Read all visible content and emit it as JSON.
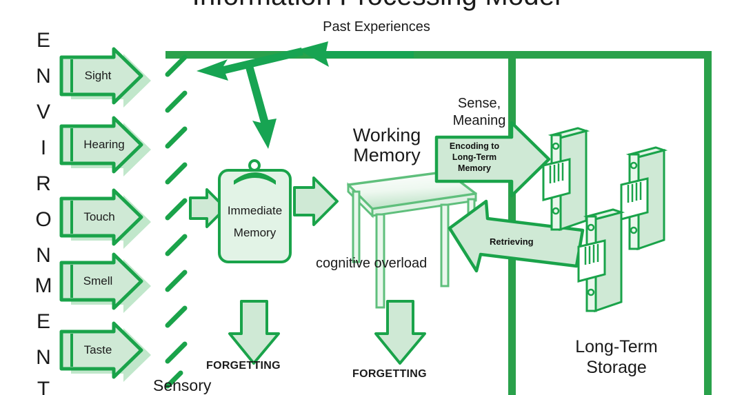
{
  "diagram": {
    "title": "Information Processing Model",
    "past_experiences_label": "Past Experiences",
    "environment_letters": [
      "E",
      "N",
      "V",
      "I",
      "R",
      "O",
      "N",
      "M",
      "E",
      "N",
      "T"
    ],
    "environment_word": "ENVIRONMENT",
    "senses": [
      {
        "label": "Sight"
      },
      {
        "label": "Hearing"
      },
      {
        "label": "Touch"
      },
      {
        "label": "Smell"
      },
      {
        "label": "Taste"
      }
    ],
    "sensory_register_label": "Sensory",
    "immediate_memory_label_line1": "Immediate",
    "immediate_memory_label_line2": "Memory",
    "working_memory_line1": "Working",
    "working_memory_line2": "Memory",
    "cognitive_overload_label": "cognitive overload",
    "sense_meaning_line1": "Sense,",
    "sense_meaning_line2": "Meaning",
    "encoding_line1": "Encoding to",
    "encoding_line2": "Long-Term",
    "encoding_line3": "Memory",
    "retrieving_label": "Retrieving",
    "long_term_storage_line1": "Long-Term",
    "long_term_storage_line2": "Storage",
    "forgetting_label_sensory": "FORGETTING",
    "forgetting_label_working": "FORGETTING",
    "filter_tick_count": 10,
    "filing_cabinet_count": 3,
    "colors": {
      "stroke_green": "#1aa34a",
      "fill_light_green": "#cfe9d5",
      "solid_green": "#17a452",
      "pipe_green": "#2aa14b",
      "text_black": "#1a1a1a",
      "background": "#ffffff"
    }
  }
}
